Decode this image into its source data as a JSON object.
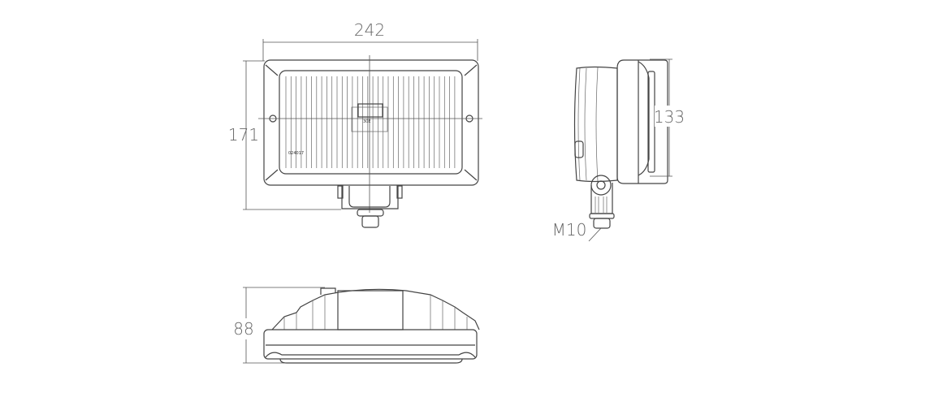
{
  "title": "Lamp dimensional drawing",
  "front_view": {
    "width_dimension": "242",
    "height_dimension": "171",
    "lens_marking": "024017",
    "badge_text": "30E"
  },
  "side_view": {
    "depth_dimension": "133",
    "thread_label": "M10"
  },
  "top_view": {
    "height_dimension": "88"
  },
  "colors": {
    "line": "#444444",
    "dimension": "#666666"
  }
}
